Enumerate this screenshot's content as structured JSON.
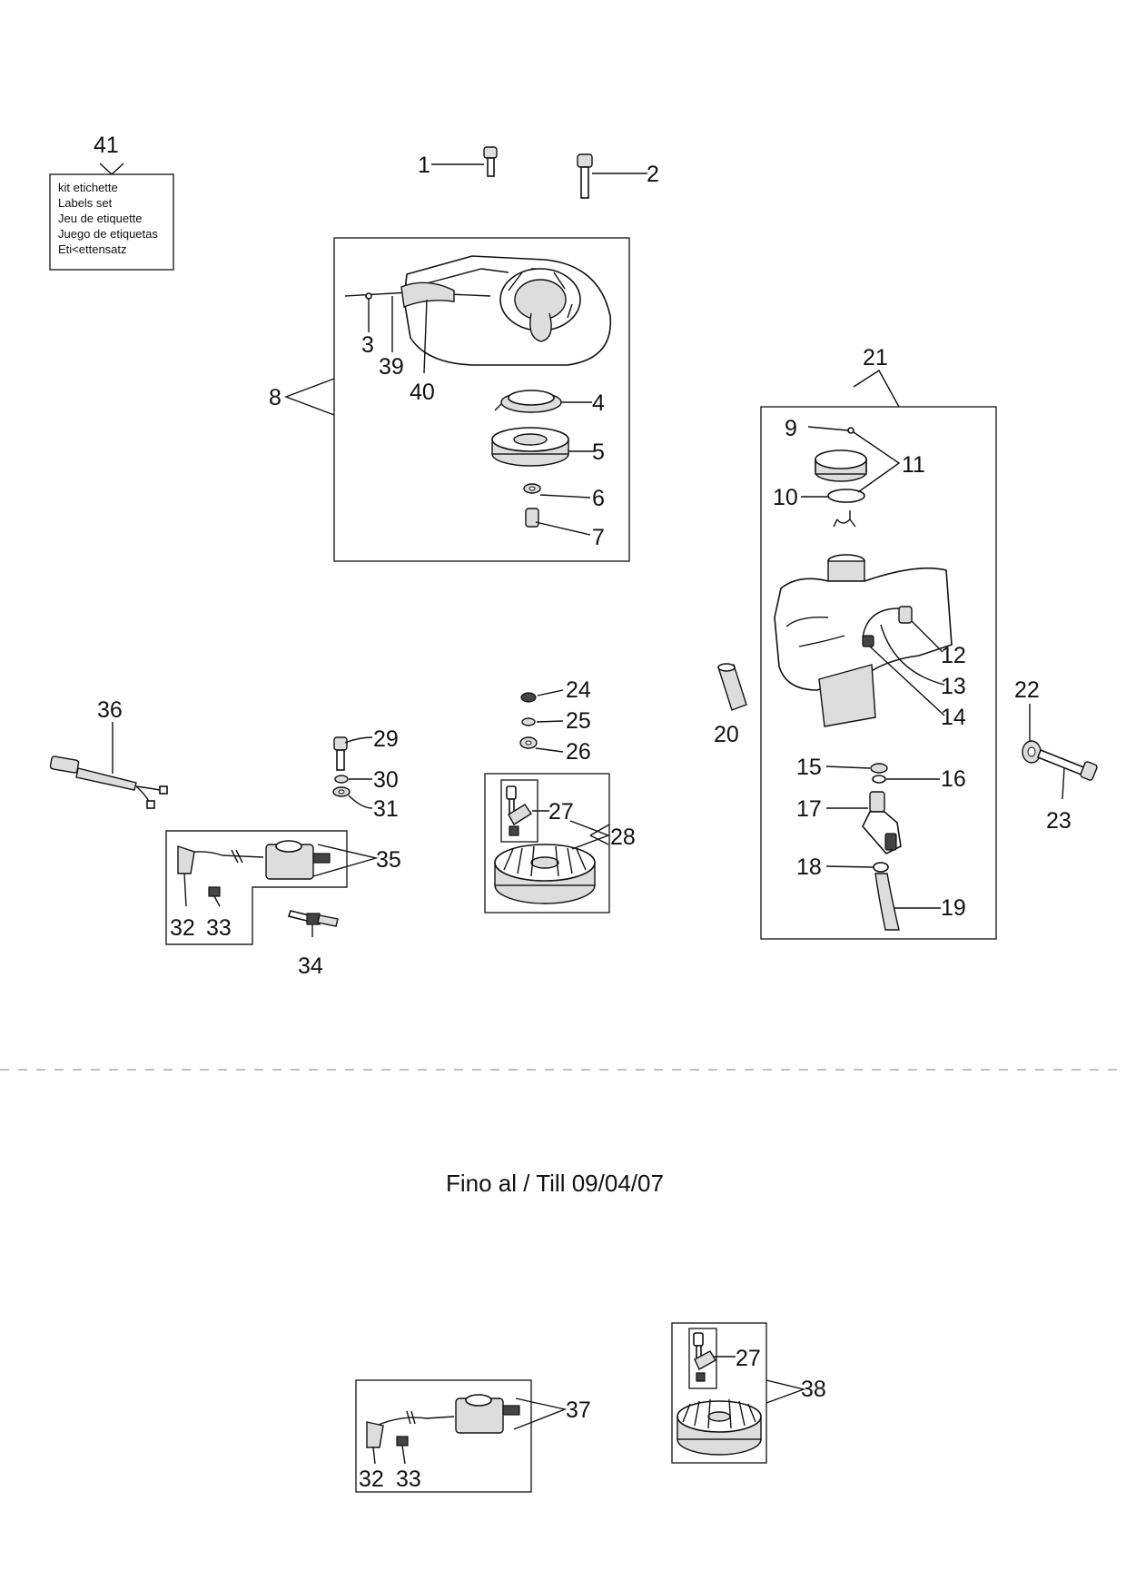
{
  "callouts": {
    "n1": "1",
    "n2": "2",
    "n3": "3",
    "n4": "4",
    "n5": "5",
    "n6": "6",
    "n7": "7",
    "n8": "8",
    "n9": "9",
    "n10": "10",
    "n11": "11",
    "n12": "12",
    "n13": "13",
    "n14": "14",
    "n15": "15",
    "n16": "16",
    "n17": "17",
    "n18": "18",
    "n19": "19",
    "n20": "20",
    "n21": "21",
    "n22": "22",
    "n23": "23",
    "n24": "24",
    "n25": "25",
    "n26": "26",
    "n27": "27",
    "n28": "28",
    "n29": "29",
    "n30": "30",
    "n31": "31",
    "n32": "32",
    "n33": "33",
    "n34": "34",
    "n35": "35",
    "n36": "36",
    "n37": "37",
    "n38": "38",
    "n39": "39",
    "n40": "40",
    "n41": "41"
  },
  "labels_box": {
    "lines": [
      "kit etichette",
      "Labels set",
      "Jeu de etiquette",
      "Juego de etiquetas",
      "Eti<ettensatz"
    ]
  },
  "note": "Fino al / Till  09/04/07"
}
